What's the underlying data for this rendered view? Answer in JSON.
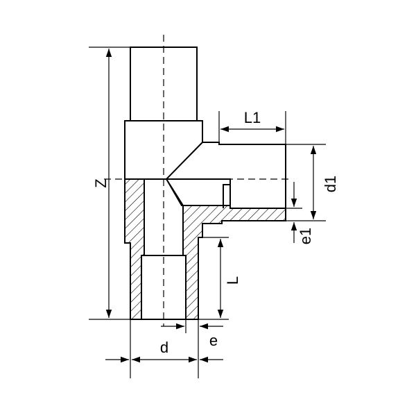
{
  "diagram": {
    "labels": {
      "Z": "Z",
      "L1": "L1",
      "d1": "d1",
      "e1": "e1",
      "L": "L",
      "d": "d",
      "e": "e"
    }
  }
}
